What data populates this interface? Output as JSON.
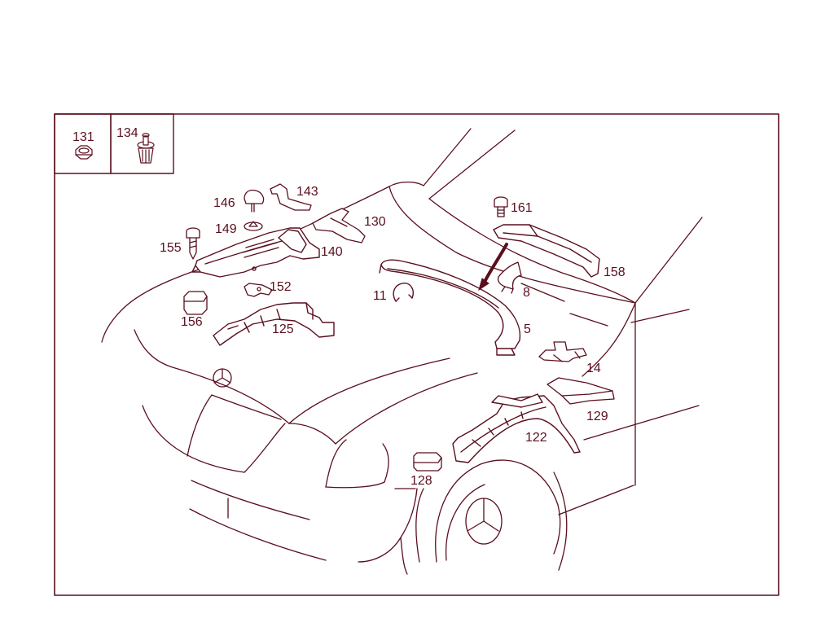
{
  "colors": {
    "line": "#5a0f1e",
    "background": "#ffffff"
  },
  "legend_boxes": [
    {
      "label": "131",
      "icon": "hex-nut-icon"
    },
    {
      "label": "134",
      "icon": "push-clip-icon"
    }
  ],
  "callouts": {
    "c5": "5",
    "c8": "8",
    "c11": "11",
    "c14": "14",
    "c122": "122",
    "c125": "125",
    "c128": "128",
    "c129": "129",
    "c130": "130",
    "c140": "140",
    "c143": "143",
    "c146": "146",
    "c149": "149",
    "c152": "152",
    "c155": "155",
    "c156": "156",
    "c158": "158",
    "c161": "161"
  }
}
